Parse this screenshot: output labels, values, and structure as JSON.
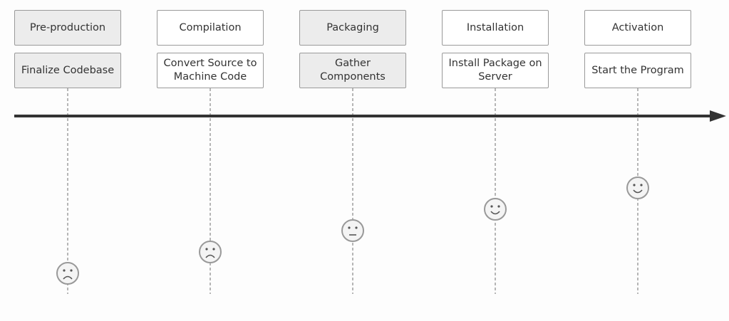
{
  "journey": {
    "sections": [
      {
        "title": "Pre-production",
        "task": "Finalize Codebase",
        "score": 1,
        "face": "sad-face-icon"
      },
      {
        "title": "Compilation",
        "task": "Convert Source to Machine Code",
        "score": 2,
        "face": "sad-face-icon"
      },
      {
        "title": "Packaging",
        "task": "Gather Components",
        "score": 3,
        "face": "neutral-face-icon"
      },
      {
        "title": "Installation",
        "task": "Install Package on Server",
        "score": 4,
        "face": "happy-face-icon"
      },
      {
        "title": "Activation",
        "task": "Start the Program",
        "score": 5,
        "face": "happy-face-icon"
      }
    ]
  },
  "colors": {
    "axis": "#333333",
    "box_fill_alt": "#ececec",
    "box_fill": "#ffffff",
    "box_border": "#9a9a9a",
    "dash": "#888888",
    "face_stroke": "#999999",
    "face_fill": "#f4f4f4",
    "text": "#333333"
  }
}
